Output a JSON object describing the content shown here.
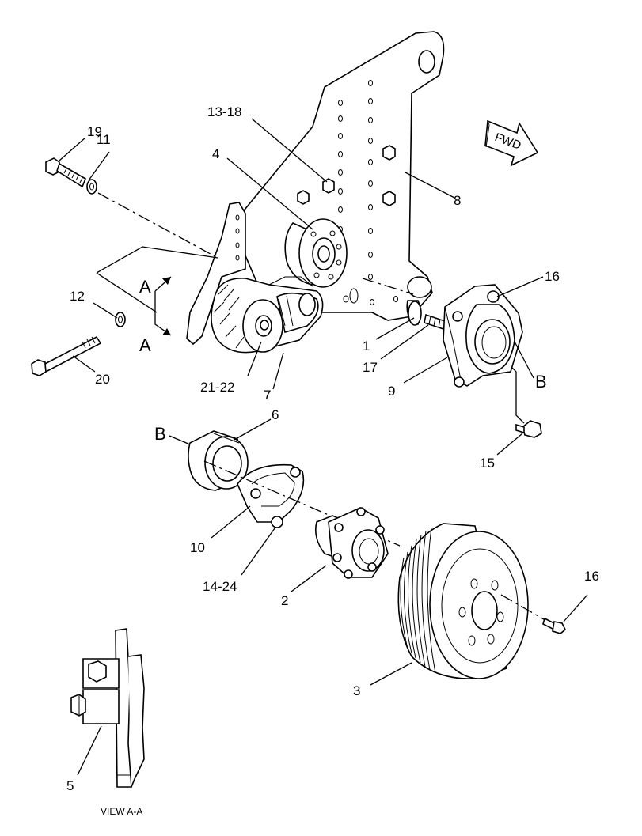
{
  "direction_arrow": "FWD",
  "section_marker": "A",
  "detail_marker": "B",
  "view_caption": "VIEW A-A",
  "callouts": {
    "c1": "1",
    "c2": "2",
    "c3": "3",
    "c4": "4",
    "c5": "5",
    "c6": "6",
    "c7": "7",
    "c8": "8",
    "c9": "9",
    "c10": "10",
    "c11": "11",
    "c12": "12",
    "c13_18": "13-18",
    "c14_24": "14-24",
    "c15": "15",
    "c16_top": "16",
    "c16_bottom": "16",
    "c17": "17",
    "c19": "19",
    "c20": "20",
    "c21_22": "21-22"
  }
}
